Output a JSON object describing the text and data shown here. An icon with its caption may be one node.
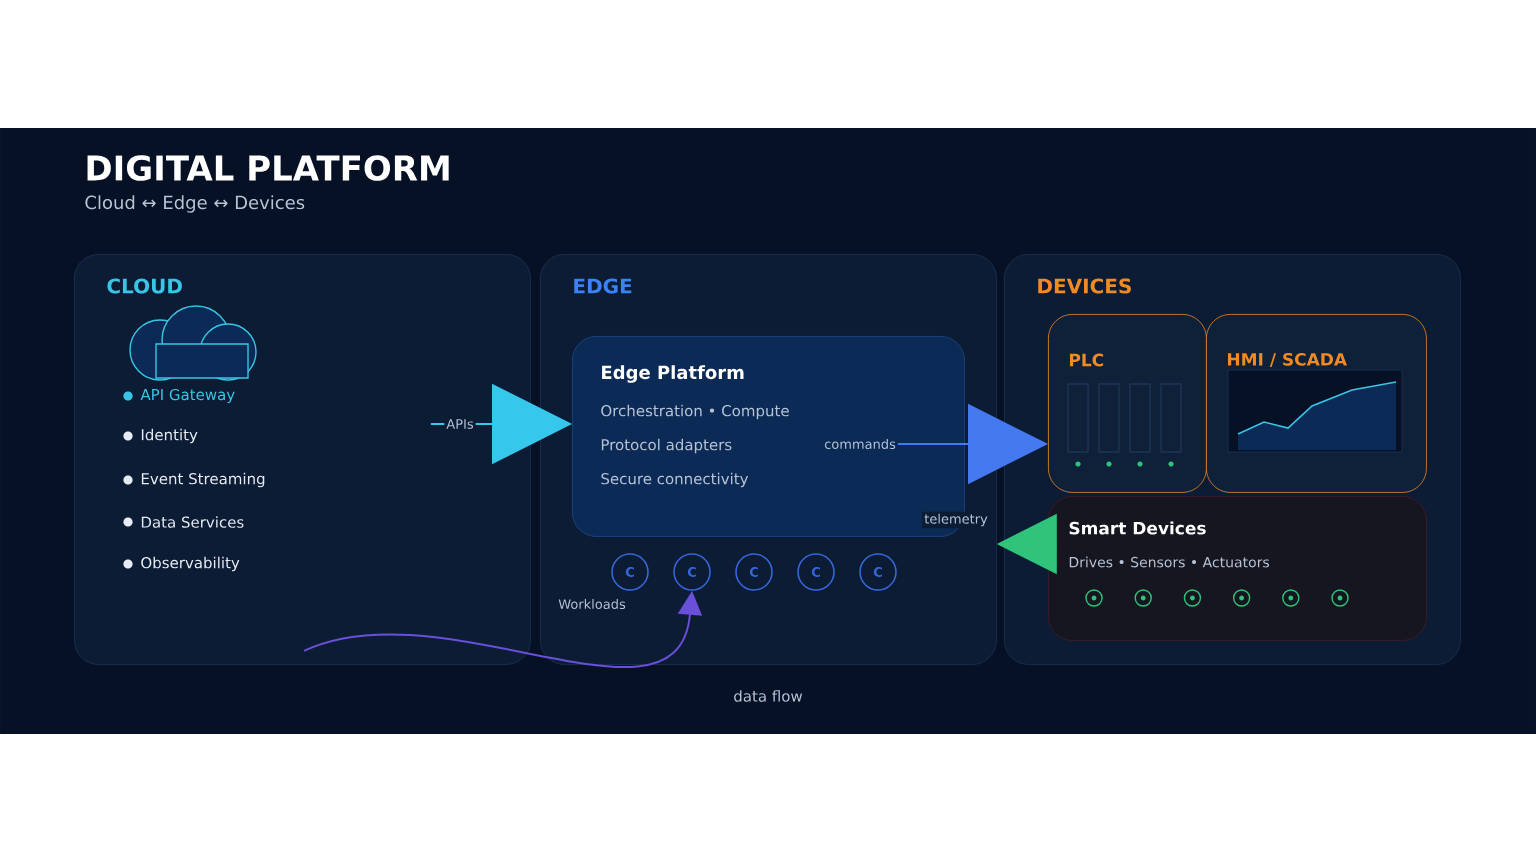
{
  "diagram": {
    "title": "DIGITAL PLATFORM",
    "nodes": [
      {
        "text": [
          "CLOUD",
          "API Gateway",
          "Identity",
          "Event Streaming",
          "Data Services",
          "Observability"
        ]
      },
      {
        "text": [
          "EDGE"
        ]
      },
      {
        "text": [
          "DEVICES"
        ]
      },
      {
        "text": [
          "Edge Platform",
          "Orchestration • Compute",
          "Protocol adapters",
          "Secure connectivity"
        ],
        "in": 1
      },
      {
        "text": [
          "C"
        ],
        "in": 1
      },
      {
        "text": [
          "C"
        ],
        "in": 1
      },
      {
        "text": [
          "C"
        ],
        "in": 1
      },
      {
        "text": [
          "C"
        ],
        "in": 1
      },
      {
        "text": [
          "C"
        ],
        "in": 1
      },
      {
        "text": [
          "PLC"
        ],
        "in": 2
      },
      {
        "text": [
          "HMI / SCADA"
        ],
        "in": 2
      },
      {
        "text": [
          "Smart Devices",
          "Drives • Sensors • Actuators"
        ],
        "in": 2
      }
    ],
    "edges": [
      {
        "from": 0,
        "to": 3,
        "arrow": "to",
        "label": "APIs",
        "color": "#35c8ec"
      },
      {
        "from": 3,
        "to": 9,
        "arrow": "to",
        "label": "commands",
        "color": "#4479f0"
      },
      {
        "from": 11,
        "to": 1,
        "arrow": "to",
        "label": "telemetry",
        "color": "#2fc47a"
      },
      {
        "from": 0,
        "to": 5,
        "arrow": "to",
        "label": "Workloads",
        "color": "#6a4fd8"
      }
    ],
    "labels": [
      "Cloud ↔ Edge ↔ Devices",
      "data flow"
    ]
  }
}
